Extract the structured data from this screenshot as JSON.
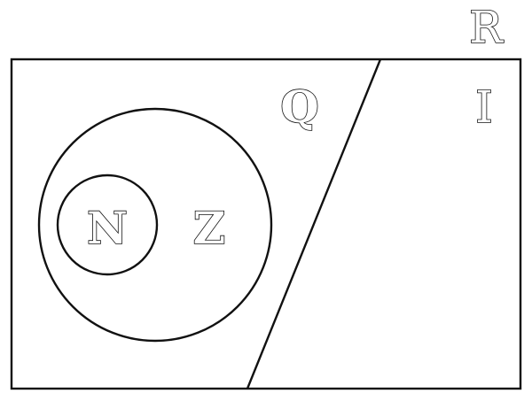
{
  "diagram": {
    "type": "venn-number-sets",
    "labels": {
      "real": "R",
      "irrational": "I",
      "rational": "Q",
      "integers": "Z",
      "naturals": "N"
    },
    "stroke_color": "#111111",
    "background_color": "#ffffff"
  }
}
